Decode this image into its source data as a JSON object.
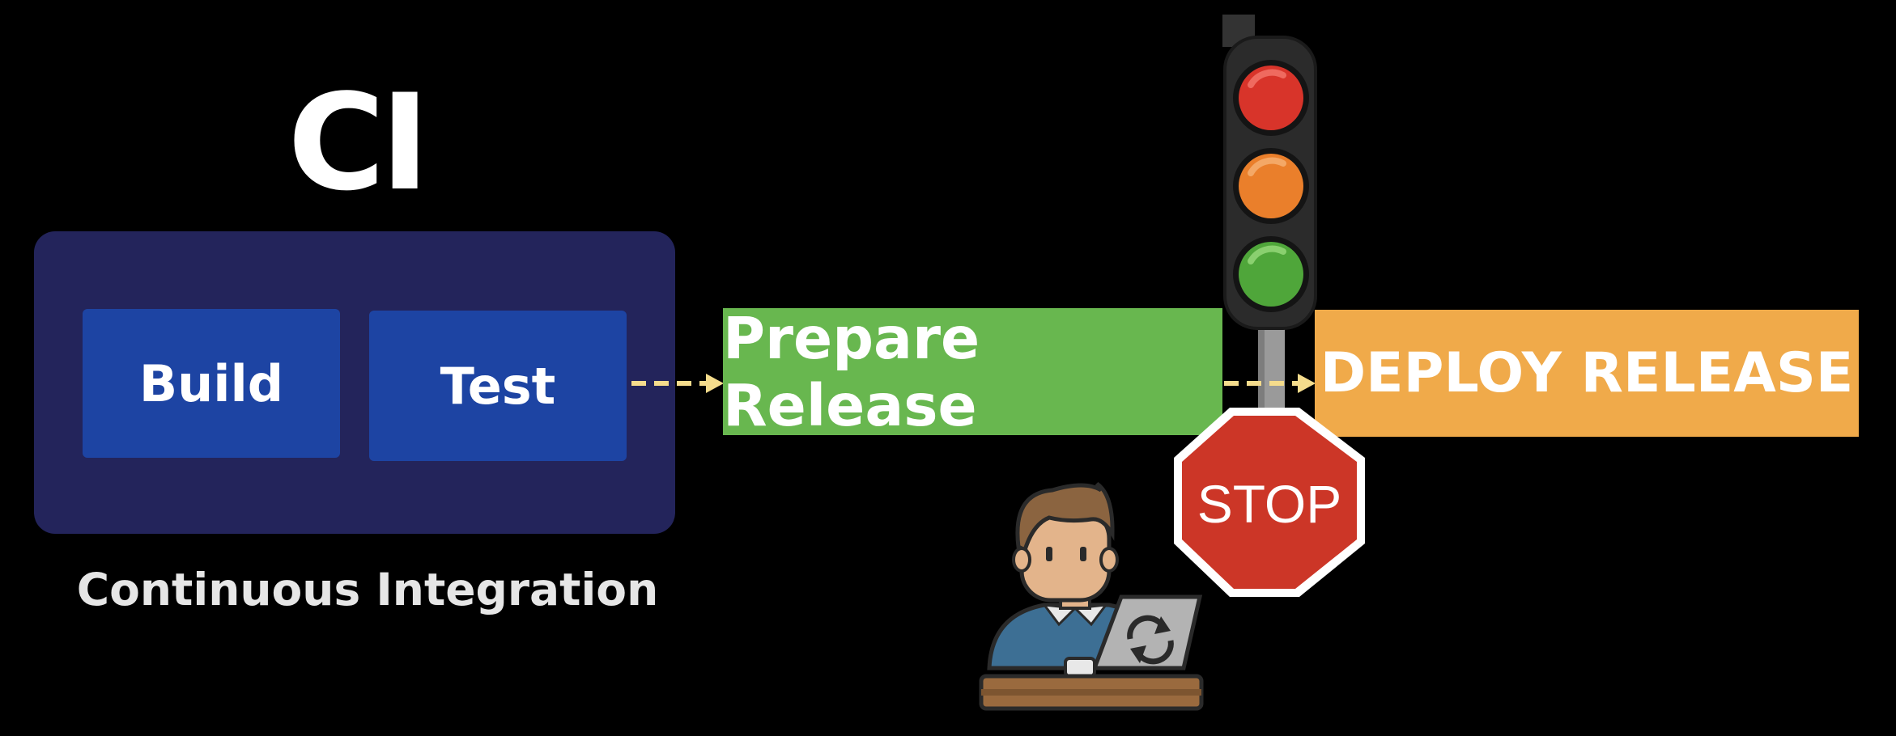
{
  "ci": {
    "title": "CI",
    "stages": [
      {
        "label": "Build"
      },
      {
        "label": "Test"
      }
    ],
    "caption": "Continuous Integration"
  },
  "steps": {
    "prepare_label": "Prepare Release",
    "deploy_label": "DEPLOY RELEASE"
  },
  "gate": {
    "stop_text": "STOP",
    "traffic_light_colors": [
      "#d8342a",
      "#ea7f2b",
      "#4fa63a"
    ],
    "icons": [
      "traffic-light-icon",
      "stop-sign-icon",
      "developer-icon",
      "laptop-sync-icon"
    ]
  },
  "colors": {
    "background": "#000000",
    "ci_panel": "#23245b",
    "stage_box": "#1d44a3",
    "prepare": "#68b74f",
    "deploy": "#f0aa4a",
    "arrow": "#f5dc8c",
    "stop_sign": "#cc3627"
  }
}
